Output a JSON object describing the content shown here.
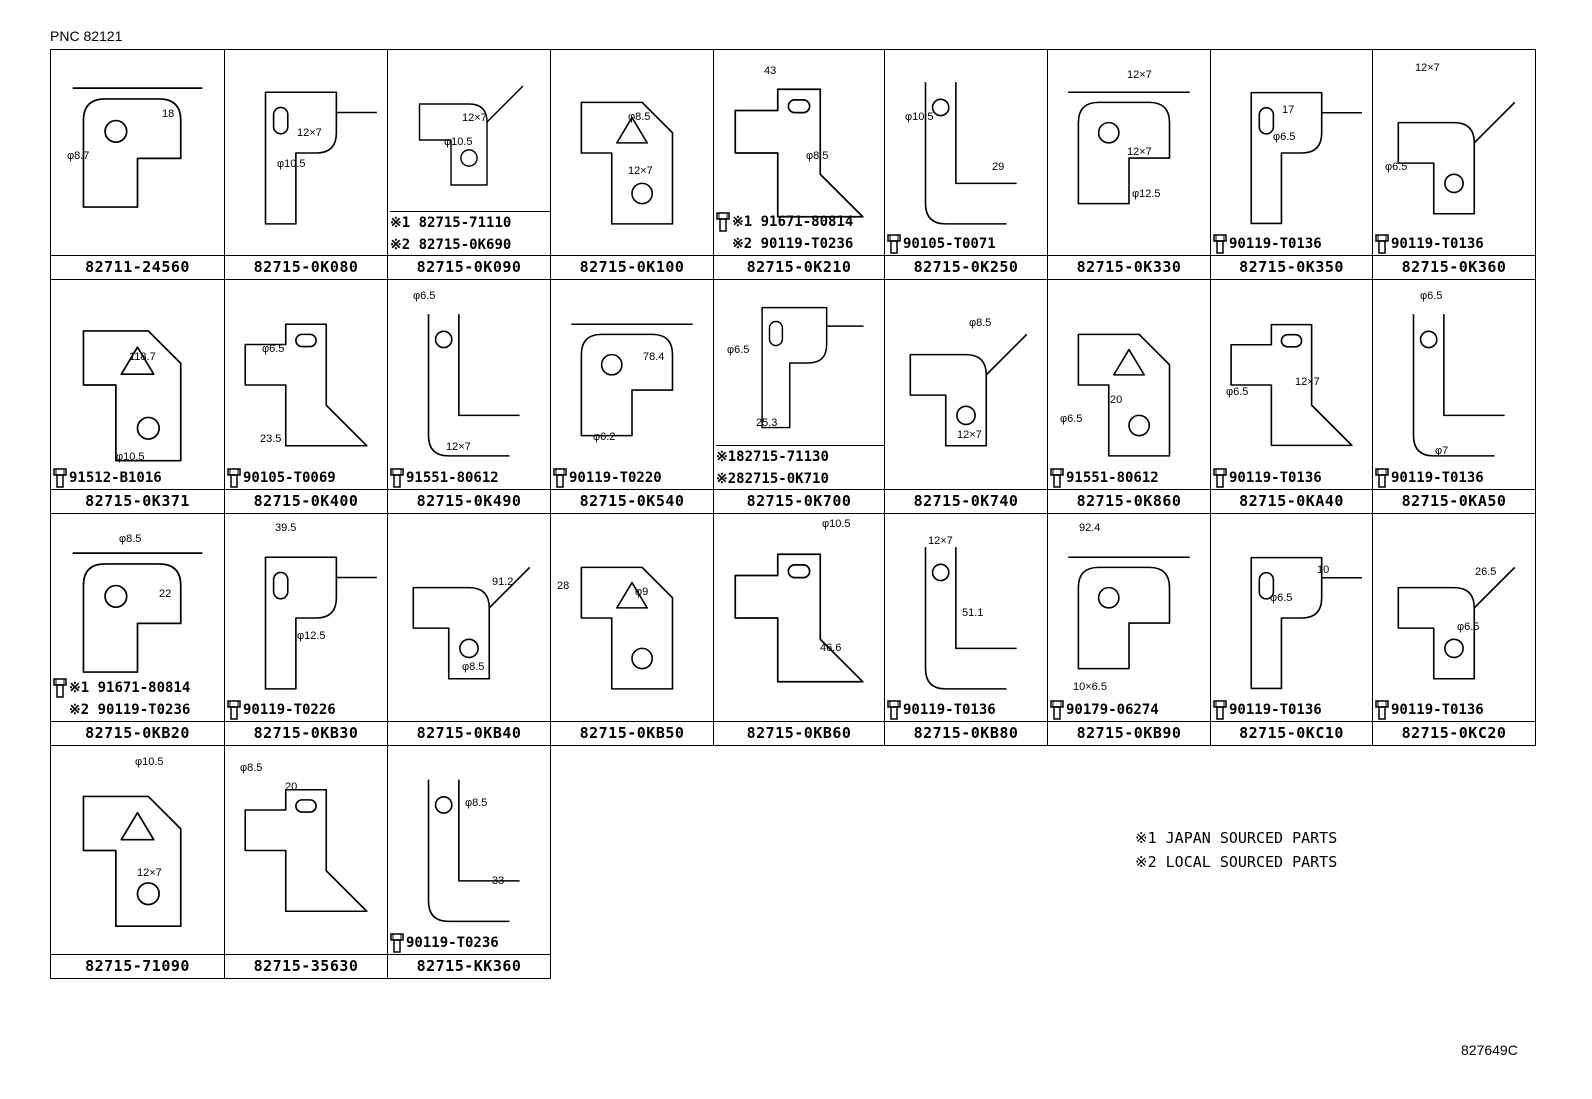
{
  "header": {
    "pnc": "PNC 82121"
  },
  "doc_number": "827649C",
  "legend": [
    {
      "mark": "※1",
      "text": "JAPAN SOURCED PARTS"
    },
    {
      "mark": "※2",
      "text": "LOCAL SOURCED PARTS"
    }
  ],
  "parts": [
    {
      "part_no": "82711-24560",
      "dims": [
        "18",
        "φ8.7"
      ]
    },
    {
      "part_no": "82715-0K080",
      "dims": [
        "12×7",
        "φ10.5"
      ]
    },
    {
      "part_no": "82715-0K090",
      "dims": [
        "12×7",
        "φ10.5"
      ],
      "alternates": [
        "※1 82715-71110",
        "※2 82715-0K690"
      ]
    },
    {
      "part_no": "82715-0K100",
      "dims": [
        "φ8.5",
        "12×7"
      ]
    },
    {
      "part_no": "82715-0K210",
      "dims": [
        "43",
        "φ8.5"
      ],
      "bolts": [
        "※1 91671-80814",
        "※2 90119-T0236"
      ]
    },
    {
      "part_no": "82715-0K250",
      "dims": [
        "φ10.5",
        "29"
      ],
      "bolts": [
        "90105-T0071"
      ]
    },
    {
      "part_no": "82715-0K330",
      "dims": [
        "12×7",
        "12×7",
        "φ12.5"
      ]
    },
    {
      "part_no": "82715-0K350",
      "dims": [
        "17",
        "φ6.5"
      ],
      "bolts": [
        "90119-T0136"
      ]
    },
    {
      "part_no": "82715-0K360",
      "dims": [
        "12×7",
        "φ6.5"
      ],
      "bolts": [
        "90119-T0136"
      ]
    },
    {
      "part_no": "82715-0K371",
      "dims": [
        "118.7",
        "φ10.5"
      ],
      "bolts": [
        "91512-B1016"
      ]
    },
    {
      "part_no": "82715-0K400",
      "dims": [
        "φ6.5",
        "23.5"
      ],
      "bolts": [
        "90105-T0069"
      ]
    },
    {
      "part_no": "82715-0K490",
      "dims": [
        "φ6.5",
        "12×7"
      ],
      "bolts": [
        "91551-80612"
      ]
    },
    {
      "part_no": "82715-0K540",
      "dims": [
        "78.4",
        "φ6.2"
      ],
      "bolts": [
        "90119-T0220"
      ]
    },
    {
      "part_no": "82715-0K700",
      "dims": [
        "φ6.5",
        "25.3"
      ],
      "alternates": [
        "※182715-71130",
        "※282715-0K710"
      ]
    },
    {
      "part_no": "82715-0K740",
      "dims": [
        "φ8.5",
        "12×7"
      ]
    },
    {
      "part_no": "82715-0K860",
      "dims": [
        "20",
        "φ6.5"
      ],
      "bolts": [
        "91551-80612"
      ]
    },
    {
      "part_no": "82715-0KA40",
      "dims": [
        "φ6.5",
        "12×7"
      ],
      "bolts": [
        "90119-T0136"
      ]
    },
    {
      "part_no": "82715-0KA50",
      "dims": [
        "φ6.5",
        "φ7"
      ],
      "bolts": [
        "90119-T0136"
      ]
    },
    {
      "part_no": "82715-0KB20",
      "dims": [
        "φ8.5",
        "22"
      ],
      "bolts": [
        "※1 91671-80814",
        "※2 90119-T0236"
      ]
    },
    {
      "part_no": "82715-0KB30",
      "dims": [
        "39.5",
        "φ12.5"
      ],
      "bolts": [
        "90119-T0226"
      ]
    },
    {
      "part_no": "82715-0KB40",
      "dims": [
        "91.2",
        "φ8.5"
      ]
    },
    {
      "part_no": "82715-0KB50",
      "dims": [
        "28",
        "φ9"
      ]
    },
    {
      "part_no": "82715-0KB60",
      "dims": [
        "φ10.5",
        "46.6"
      ]
    },
    {
      "part_no": "82715-0KB80",
      "dims": [
        "12×7",
        "51.1"
      ],
      "bolts": [
        "90119-T0136"
      ]
    },
    {
      "part_no": "82715-0KB90",
      "dims": [
        "92.4",
        "10×6.5"
      ],
      "bolts": [
        "90179-06274"
      ]
    },
    {
      "part_no": "82715-0KC10",
      "dims": [
        "10",
        "φ6.5"
      ],
      "bolts": [
        "90119-T0136"
      ]
    },
    {
      "part_no": "82715-0KC20",
      "dims": [
        "26.5",
        "φ6.5"
      ],
      "bolts": [
        "90119-T0136"
      ]
    },
    {
      "part_no": "82715-71090",
      "dims": [
        "φ10.5",
        "12×7"
      ]
    },
    {
      "part_no": "82715-35630",
      "dims": [
        "φ8.5",
        "20"
      ]
    },
    {
      "part_no": "82715-KK360",
      "dims": [
        "φ8.5",
        "33"
      ],
      "bolts": [
        "90119-T0236"
      ]
    }
  ]
}
